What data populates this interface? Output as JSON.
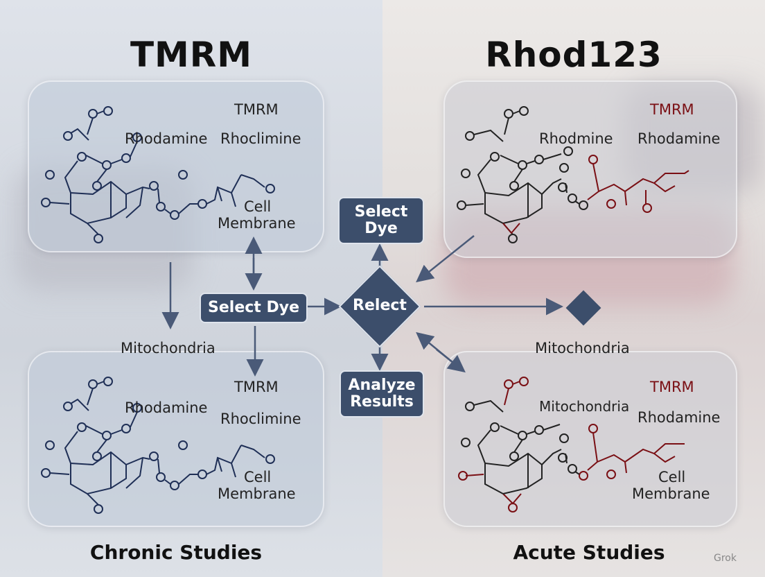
{
  "headings": {
    "left_title": "TMRM",
    "right_title": "Rhod123"
  },
  "footers": {
    "left": "Chronic Studies",
    "right": "Acute Studies"
  },
  "panels": {
    "top_left": {
      "tmrm": "TMRM",
      "label_a": "Rhodamine",
      "label_b": "Rhoclimine",
      "cell_1": "Cell",
      "cell_2": "Membrane"
    },
    "bottom_left": {
      "tmrm": "TMRM",
      "label_a": "Rhodamine",
      "label_b": "Rhoclimine",
      "cell_1": "Cell",
      "cell_2": "Membrane"
    },
    "top_right": {
      "tmrm": "TMRM",
      "label_a": "Rhodmine",
      "label_b": "Rhodamine"
    },
    "bottom_right": {
      "tmrm": "TMRM",
      "label_a": "Mitochondria",
      "label_b": "Rhodamine",
      "cell_1": "Cell",
      "cell_2": "Membrane"
    }
  },
  "flow": {
    "select_dye_top_1": "Select",
    "select_dye_top_2": "Dye",
    "select_dye_mid": "Select Dye",
    "decision": "Relect",
    "analyze_1": "Analyze",
    "analyze_2": "Results",
    "mito_left": "Mitochondria",
    "mito_right": "Mitochondria"
  },
  "watermark": "Grok",
  "colors": {
    "navy": "#1f2f56",
    "dark_red": "#7a0f14",
    "box_fill": "#3c4e6b",
    "arrow": "#4a5a78"
  }
}
